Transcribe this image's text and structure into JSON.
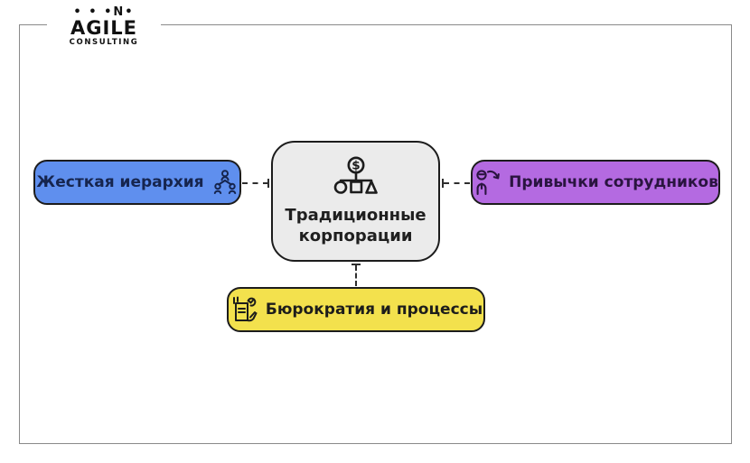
{
  "logo": {
    "dots": "• • •N•",
    "title": "AGILE",
    "subtitle": "CONSULTING"
  },
  "center_node": {
    "label": "Традиционные корпорации",
    "icon": "org-chart-dollar-icon",
    "fill": "#ebebeb",
    "border": "#1c1c1c"
  },
  "nodes": {
    "left": {
      "label": "Жесткая иерархия",
      "icon": "team-hierarchy-icon",
      "fill": "#5f8fee",
      "text_color": "#16254e"
    },
    "right": {
      "label": "Привычки сотрудников",
      "icon": "person-decline-icon",
      "fill": "#b46ae1",
      "text_color": "#2a1440"
    },
    "bottom": {
      "label": "Бюрократия и процессы",
      "icon": "document-signing-icon",
      "fill": "#f3e14d",
      "text_color": "#1d1d1b"
    }
  },
  "connectors": {
    "style": "dashed",
    "color": "#2e2e2e"
  },
  "frame_color": "#8a8a8a"
}
